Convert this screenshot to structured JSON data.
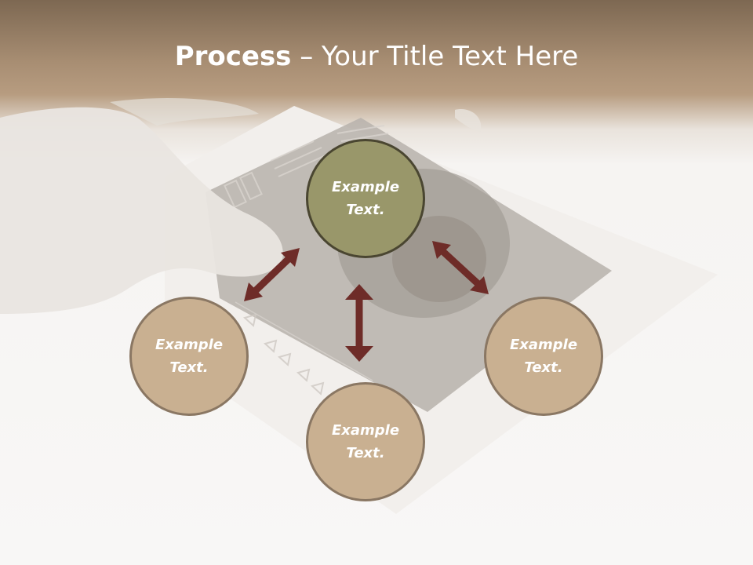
{
  "title": {
    "bold": "Process",
    "rest": " – Your Title Text Here"
  },
  "colors": {
    "header_top": "#7d6852",
    "header_bottom": "#b79c80",
    "center_node": "#99976a",
    "center_border": "#4a4631",
    "outer_node": "#c9b091",
    "outer_border": "#8a7763",
    "arrow": "#6e2c28"
  },
  "nodes": [
    {
      "label": "Example Text."
    },
    {
      "label": "Example Text."
    },
    {
      "label": "Example Text."
    },
    {
      "label": "Example Text."
    }
  ]
}
